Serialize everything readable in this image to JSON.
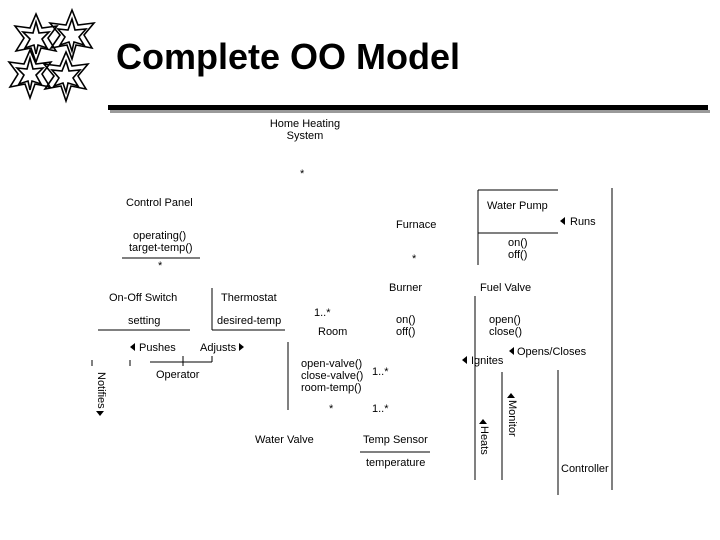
{
  "title": "Complete OO Model",
  "classes": {
    "home_heating_system": [
      "Home Heating",
      "System"
    ],
    "control_panel": "Control Panel",
    "control_panel_ops": [
      "operating()",
      "target-temp()"
    ],
    "water_pump": "Water Pump",
    "water_pump_ops": [
      "on()",
      "off()"
    ],
    "furnace": "Furnace",
    "burner": "Burner",
    "burner_ops": [
      "on()",
      "off()"
    ],
    "fuel_valve": "Fuel Valve",
    "fuel_valve_ops": [
      "open()",
      "close()"
    ],
    "on_off_switch": "On-Off Switch",
    "on_off_switch_attr": "setting",
    "thermostat": "Thermostat",
    "thermostat_attr": "desired-temp",
    "room": "Room",
    "room_ops": [
      "open-valve()",
      "close-valve()",
      "room-temp()"
    ],
    "operator": "Operator",
    "water_valve": "Water Valve",
    "temp_sensor": "Temp Sensor",
    "temp_sensor_attr": "temperature",
    "controller": "Controller"
  },
  "associations": {
    "runs": "Runs",
    "pushes": "Pushes",
    "adjusts": "Adjusts",
    "ignites": "Ignites",
    "opens_closes": "Opens/Closes",
    "notifies": "Notifies",
    "monitor": "Monitor",
    "heats": "Heats"
  },
  "multiplicities": {
    "system_star": "*",
    "panel_star": "*",
    "burner_star": "*",
    "room_1n": "1..*",
    "room_ops_1n": "1..*",
    "valve_star": "*",
    "valve_1n": "1..*"
  }
}
